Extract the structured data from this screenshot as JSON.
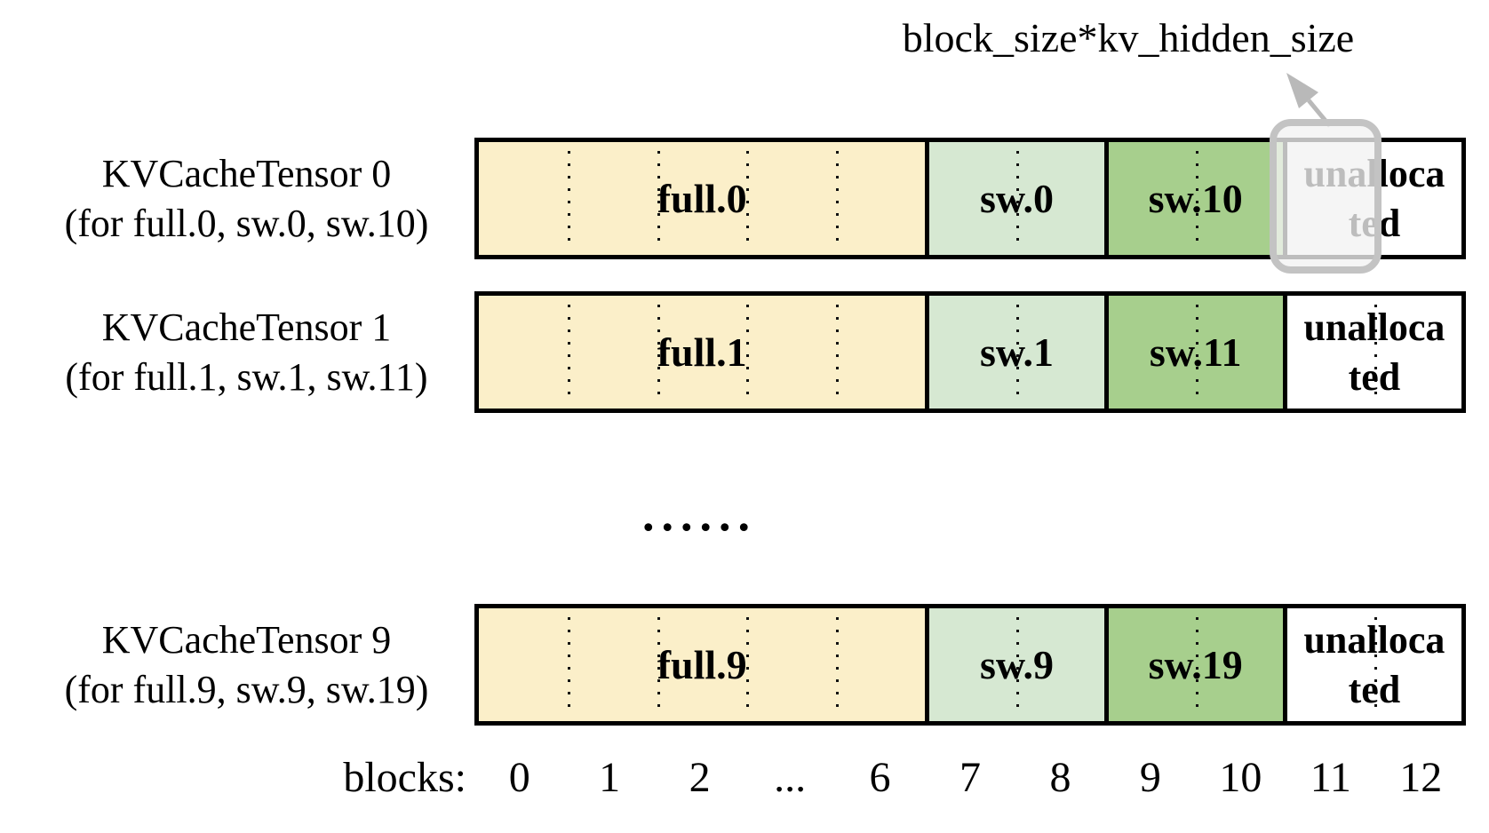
{
  "annotation": {
    "label": "block_size*kv_hidden_size"
  },
  "rows": [
    {
      "title": "KVCacheTensor 0",
      "subtitle": "(for full.0, sw.0, sw.10)",
      "segments": {
        "full": "full.0",
        "sw_a": "sw.0",
        "sw_b": "sw.10",
        "unallocated_lines": [
          "unalloca",
          "ted"
        ]
      }
    },
    {
      "title": "KVCacheTensor 1",
      "subtitle": "(for full.1, sw.1, sw.11)",
      "segments": {
        "full": "full.1",
        "sw_a": "sw.1",
        "sw_b": "sw.11",
        "unallocated_lines": [
          "unalloca",
          "ted"
        ]
      }
    },
    {
      "title": "KVCacheTensor 9",
      "subtitle": "(for full.9, sw.9, sw.19)",
      "segments": {
        "full": "full.9",
        "sw_a": "sw.9",
        "sw_b": "sw.19",
        "unallocated_lines": [
          "unalloca",
          "ted"
        ]
      }
    }
  ],
  "ellipsis": "......",
  "blocks_axis": {
    "label": "blocks:",
    "ticks": [
      "0",
      "1",
      "2",
      "...",
      "6",
      "7",
      "8",
      "9",
      "10",
      "11",
      "12"
    ]
  },
  "colors": {
    "full_color": "#FBEFC9",
    "sw_light_color": "#D6E8D2",
    "sw_dark_color": "#A7CF8D",
    "unallocated_color": "#FFFFFF",
    "outline_color": "#000000",
    "highlight_color": "#C3C3C3",
    "arrow_color": "#B9B9B9"
  }
}
